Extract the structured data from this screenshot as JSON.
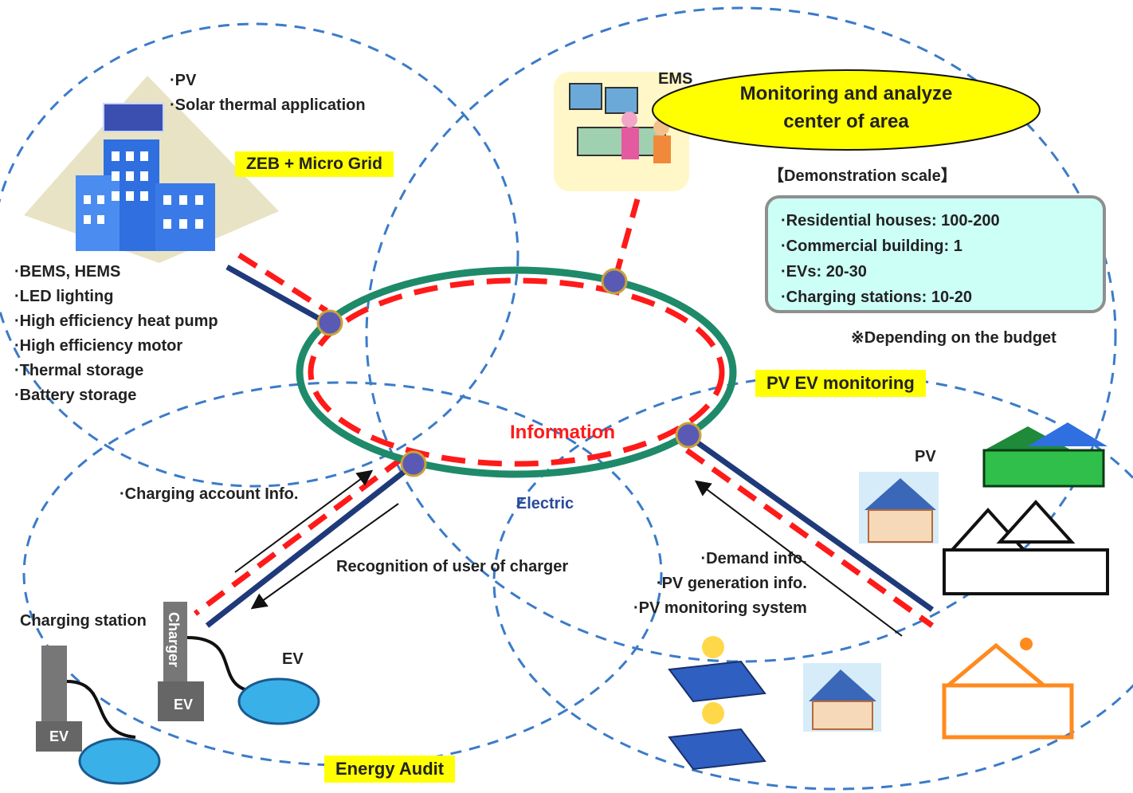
{
  "labels": {
    "zeb_micro_grid": "ZEB + Micro Grid",
    "ems": "EMS",
    "monitoring_center": [
      "Monitoring and analyze",
      "center of area"
    ],
    "demonstration_scale_title": "【Demonstration scale】",
    "pv_ev_monitoring": "PV EV monitoring",
    "information": "Information",
    "electric": "Electric",
    "charging_account_info": "Charging account Info.",
    "recognition_user": "Recognition of user of charger",
    "charging_station": "Charging station",
    "ev": "EV",
    "charger": "Charger",
    "pv_house": "PV",
    "energy_audit": "Energy Audit",
    "budget_note": "※Depending on the budget"
  },
  "zeb_features": [
    "PV",
    "Solar thermal application"
  ],
  "building_features": [
    "BEMS, HEMS",
    "LED lighting",
    "High efficiency heat pump",
    "High efficiency motor",
    "Thermal storage",
    "Battery storage"
  ],
  "demonstration_scale": [
    "Residential houses: 100-200",
    "Commercial building: 1",
    "EVs: 20-30",
    "Charging stations: 10-20"
  ],
  "pv_info": [
    "Demand info.",
    "PV generation info.",
    "PV monitoring system"
  ],
  "colors": {
    "ring_green": "#1e8a6a",
    "info_red": "#ff1a1a",
    "electric_blue": "#1f3a7a",
    "dash_blue": "#3b7bc8",
    "highlight_yellow": "#ffff00",
    "scale_box_fill": "#ccfff6"
  }
}
